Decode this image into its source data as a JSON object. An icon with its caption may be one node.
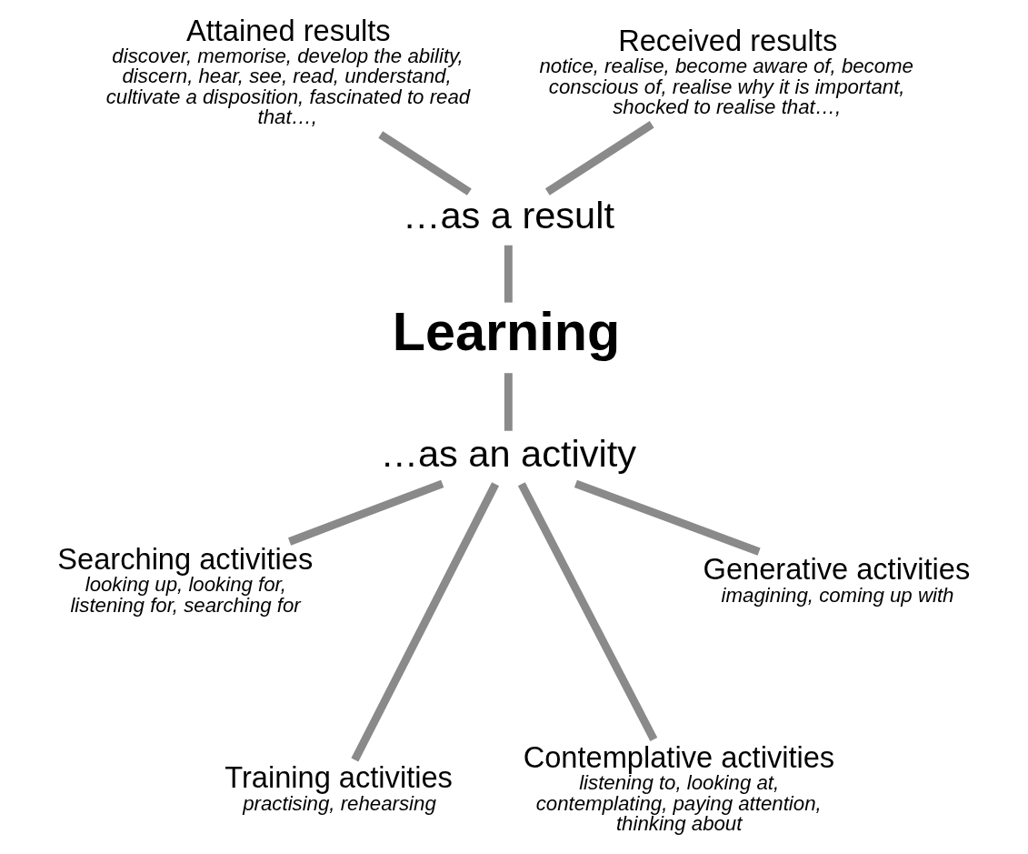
{
  "diagram": {
    "nodes": [
      {
        "text": [
          "Attained results",
          "discover, memorise, develop the ability, discern, hear, see, read, understand, cultivate a disposition, fascinated to read that…,"
        ]
      },
      {
        "text": [
          "Received results",
          "notice, realise, become aware of, become conscious of, realise why it is important, shocked to realise that…,"
        ]
      },
      {
        "text": [
          "…as a result"
        ]
      },
      {
        "text": [
          "Learning"
        ]
      },
      {
        "text": [
          "…as an activity"
        ]
      },
      {
        "text": [
          "Searching activities",
          "looking up, looking for, listening for, searching for"
        ]
      },
      {
        "text": [
          "Training activities",
          "practising, rehearsing"
        ]
      },
      {
        "text": [
          "Contemplative activities",
          "listening to, looking at, contemplating, paying attention, thinking about"
        ]
      },
      {
        "text": [
          "Generative activities",
          "imagining, coming up with"
        ]
      }
    ],
    "edges": [
      {
        "from": 0,
        "to": 2,
        "arrow": "none"
      },
      {
        "from": 1,
        "to": 2,
        "arrow": "none"
      },
      {
        "from": 2,
        "to": 3,
        "arrow": "none"
      },
      {
        "from": 3,
        "to": 4,
        "arrow": "none"
      },
      {
        "from": 4,
        "to": 5,
        "arrow": "none"
      },
      {
        "from": 4,
        "to": 6,
        "arrow": "none"
      },
      {
        "from": 4,
        "to": 7,
        "arrow": "none"
      },
      {
        "from": 4,
        "to": 8,
        "arrow": "none"
      }
    ]
  }
}
